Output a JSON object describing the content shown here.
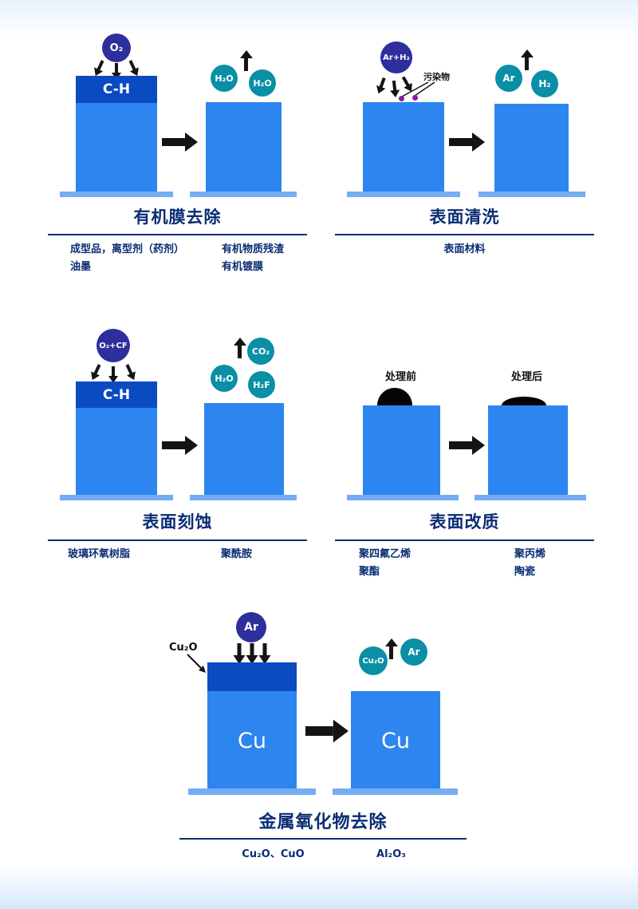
{
  "diagram": {
    "colors": {
      "block_blue": "#2d85f0",
      "layer_dark_blue": "#0b4bc2",
      "base_light_blue": "#74adf3",
      "molecule_indigo": "#2d2f9d",
      "molecule_teal": "#0a8fa6",
      "text_navy": "#0a2d73",
      "arrow_black": "#141414",
      "contaminant_purple": "#8a18ab"
    },
    "panels": {
      "organic_film": {
        "title": "有机膜去除",
        "incoming_molecule": "O₂",
        "surface_band": "C-H",
        "outgoing": {
          "m1": "H₂O",
          "m2": "H₂O"
        },
        "labels_left": {
          "l1": "成型品，离型剂（药剂）",
          "l2": "油墨"
        },
        "labels_right": {
          "l1": "有机物质残渣",
          "l2": "有机镀膜"
        }
      },
      "surface_cleaning": {
        "title": "表面清洗",
        "incoming_molecule": "Ar+H₂",
        "contaminant_label": "污染物",
        "outgoing": {
          "m1": "Ar",
          "m2": "H₂"
        },
        "label_center": "表面材料"
      },
      "surface_etching": {
        "title": "表面刻蚀",
        "incoming_molecule": "O₂+CF",
        "surface_band": "C-H",
        "outgoing": {
          "m1": "CO₂",
          "m2": "H₂O",
          "m3": "H₂F"
        },
        "labels_left": {
          "l1": "玻璃环氧树脂"
        },
        "labels_right": {
          "l1": "聚酰胺"
        }
      },
      "surface_modification": {
        "title": "表面改质",
        "before_label": "处理前",
        "after_label": "处理后",
        "labels_left": {
          "l1": "聚四氟乙烯",
          "l2": "聚酯"
        },
        "labels_right": {
          "l1": "聚丙烯",
          "l2": "陶瓷"
        }
      },
      "metal_oxide_removal": {
        "title": "金属氧化物去除",
        "incoming_molecule": "Ar",
        "oxide_callout": "Cu₂O",
        "block_before_label": "Cu",
        "block_after_label": "Cu",
        "outgoing": {
          "m1": "Cu₂O",
          "m2": "Ar"
        },
        "labels_left": {
          "l1": "Cu₂O、CuO"
        },
        "labels_right": {
          "l1": "Al₂O₃"
        }
      }
    }
  }
}
